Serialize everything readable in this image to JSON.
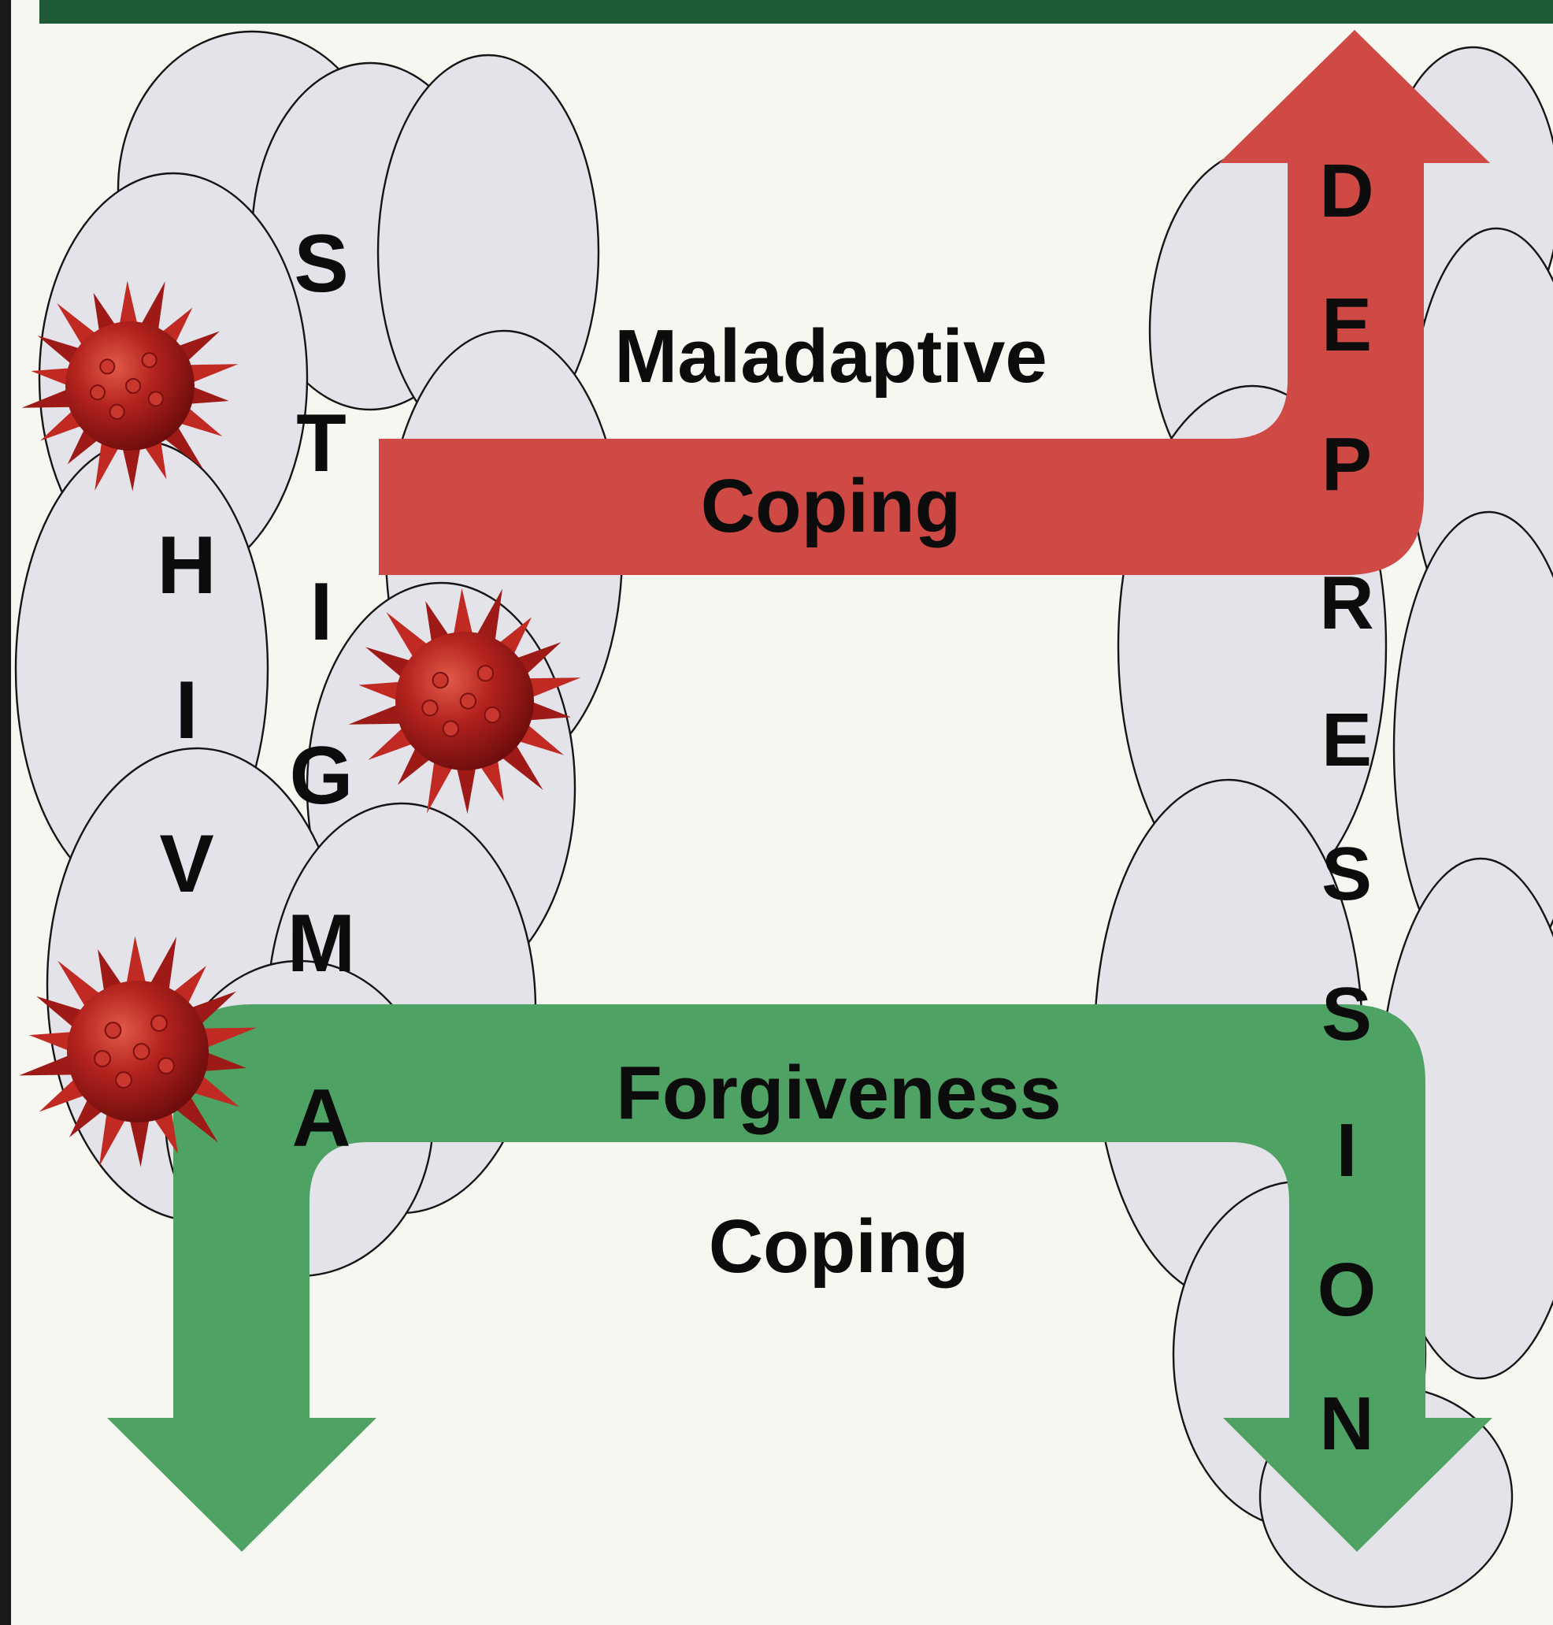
{
  "diagram": {
    "stigma_letters": [
      "S",
      "T",
      "I",
      "G",
      "M",
      "A"
    ],
    "hiv_letters": [
      "H",
      "I",
      "V"
    ],
    "depression_letters": [
      "D",
      "E",
      "P",
      "R",
      "E",
      "S",
      "S",
      "I",
      "O",
      "N"
    ],
    "maladaptive_path": {
      "line1": "Maladaptive",
      "line2": "Coping",
      "color": "#d04a45"
    },
    "forgiveness_path": {
      "line1": "Forgiveness",
      "line2": "Coping",
      "color": "#4ea264"
    },
    "header_color": "#1f5a36",
    "cloud_color": "#e4e3ea",
    "virus_color": "#b01e1e"
  }
}
